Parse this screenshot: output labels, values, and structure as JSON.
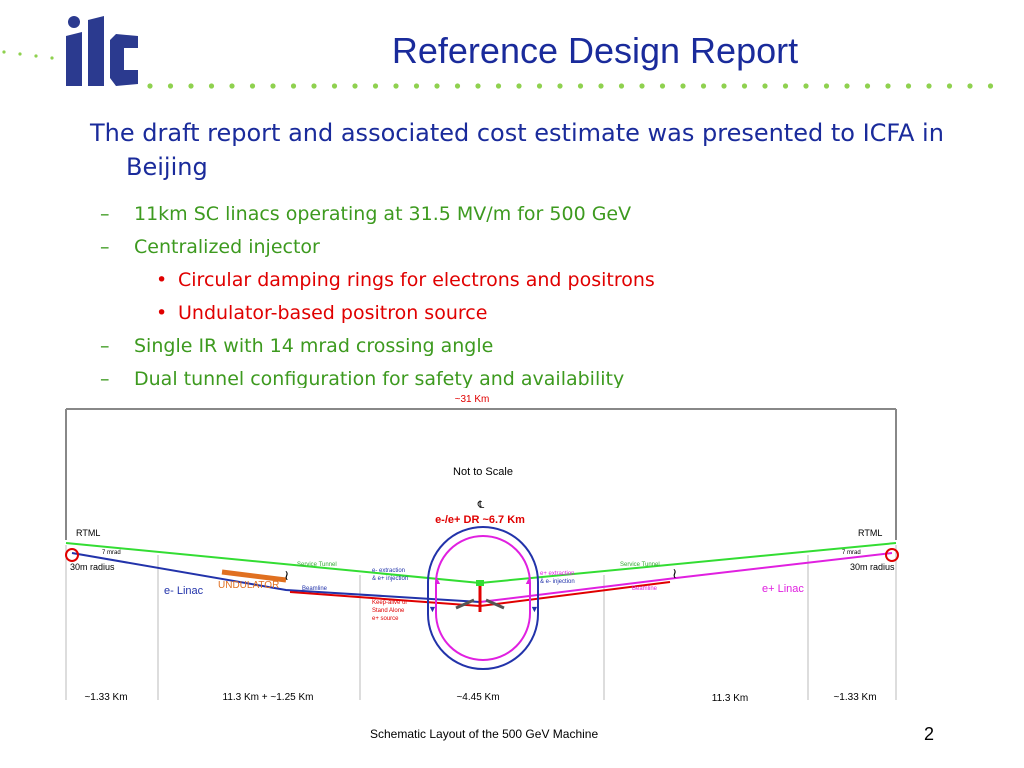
{
  "slide": {
    "title": "Reference Design Report",
    "paragraph": "The draft report and associated cost estimate was presented to ICFA in Beijing",
    "bullets": [
      {
        "text": "11km SC linacs operating at 31.5 MV/m for 500 GeV",
        "level": 1
      },
      {
        "text": "Centralized injector",
        "level": 1
      },
      {
        "text": "Circular damping rings for electrons and positrons",
        "level": 2
      },
      {
        "text": "Undulator-based positron source",
        "level": 2
      },
      {
        "text": "Single IR with 14 mrad crossing angle",
        "level": 1
      },
      {
        "text": "Dual tunnel configuration for safety and availability",
        "level": 1
      }
    ],
    "markers": {
      "level1": "–",
      "level2": "•"
    },
    "page_number": "2",
    "logo_text": "ilc"
  },
  "diagram": {
    "total_length": "~31 Km",
    "not_to_scale": "Not to Scale",
    "centerline": "℄",
    "damping_ring": "e-/e+ DR  ~6.7 Km",
    "rtml_left": "RTML",
    "rtml_right": "RTML",
    "radius_left": "30m radius",
    "radius_right": "30m radius",
    "mrad_left": "7 mrad",
    "mrad_right": "7 mrad",
    "e_minus_linac": "e- Linac",
    "e_plus_linac": "e+ Linac",
    "undulator": "UNDULATOR",
    "service_tunnel_left": "Service Tunnel",
    "service_tunnel_right": "Service Tunnel",
    "beamline_left": "Beamline",
    "beamline_right": "Beamline",
    "e_minus_extraction": [
      "e- extraction",
      "& e+ injection"
    ],
    "e_plus_extraction": [
      "e+ extraction",
      "& e- injection"
    ],
    "keep_alive": [
      "Keep-alive or",
      "Stand Alone",
      "e+ source"
    ],
    "segments": [
      "~1.33 Km",
      "11.3 Km + ~1.25 Km",
      "~4.45 Km",
      "11.3 Km",
      "~1.33 Km"
    ],
    "caption": "Schematic Layout of the 500 GeV Machine",
    "colors": {
      "service_tunnel": "#33dd33",
      "e_minus_beamline": "#2233aa",
      "e_plus_beamline": "#e020e0",
      "undulator": "#e07020",
      "red": "#e00000",
      "title_blue": "#1a2b9b",
      "bullet_green": "#3d9a1f"
    }
  }
}
